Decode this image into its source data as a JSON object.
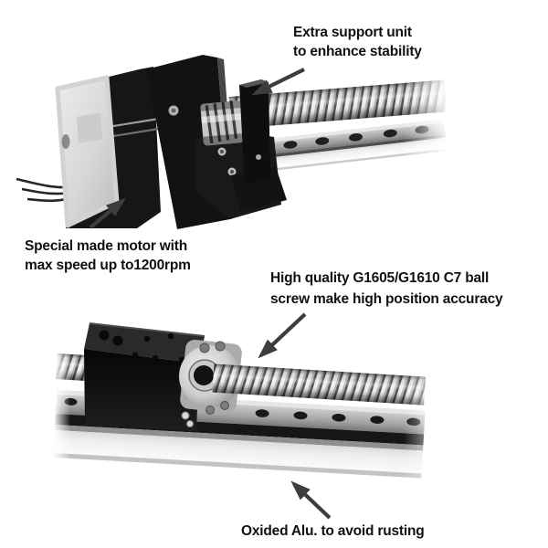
{
  "colors": {
    "background": "#ffffff",
    "text": "#111111",
    "arrow": "#3d3d3d"
  },
  "annotations": {
    "support_unit": {
      "line1": "Extra support unit",
      "line2": "to enhance stability"
    },
    "motor": {
      "line1": "Special made motor with",
      "line2": "max speed up to1200rpm"
    },
    "ball_screw": {
      "line1": "High quality G1605/G1610 C7 ball",
      "line2": "screw make high position accuracy"
    },
    "aluminium": {
      "text": "Oxided Alu. to avoid rusting"
    }
  }
}
